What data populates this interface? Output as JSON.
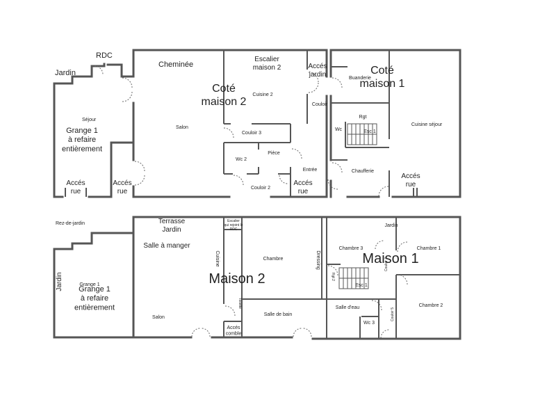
{
  "ground_floor": {
    "level": "RDC",
    "labels": {
      "jardin": "Jardin",
      "sejour": "Séjour",
      "grange": "Grange 1\nà refaire\nentièrement",
      "acces_rue_1": "Accés\nrue",
      "acces_rue_2": "Accés\nrue",
      "cheminee": "Cheminée",
      "salon": "Salon",
      "cote_maison_2": "Coté\nmaison 2",
      "escalier_maison_2": "Escalier\nmaison 2",
      "cuisine_2": "Cuisine 2",
      "couloir_3": "Couloir 3",
      "wc_2": "Wc 2",
      "piece": "Pièce",
      "entree": "Entrée",
      "couloir_2": "Couloir 2",
      "acces_rue_3": "Accés\nrue",
      "acces_jardin": "Accés\njardin",
      "couloir": "Couloir",
      "buanderie": "Buanderie",
      "cote_maison_1": "Coté\nmaison 1",
      "rgt": "Rgt",
      "wc": "Wc",
      "esc_1": "Esc 1",
      "chaufferie": "Chaufferie",
      "cuisine_sejour": "Cuisine séjour",
      "acces_rue_4": "Accés\nrue"
    }
  },
  "garden_floor": {
    "level": "Rez-de-jardin",
    "labels": {
      "jardin_vertical": "Jardin",
      "grange_small": "Grange 1",
      "grange": "Grange 1\nà refaire\nentièrement",
      "terrasse_jardin": "Terrasse\nJardin",
      "escalier_rdc": "Escalier\nqui rejoint le\nRDC",
      "salle_a_manger": "Salle à manger",
      "cuisine": "Cuisine",
      "chambre": "Chambre",
      "dressing": "Dressing",
      "maison_2": "Maison 2",
      "toilette": "Toilette",
      "salon": "Salon",
      "acces_comble": "Accés\ncomble",
      "salle_de_bain": "Salle de bain",
      "jardin": "Jardin",
      "chambre_3": "Chambre 3",
      "maison_1": "Maison 1",
      "rgt_2": "Rgt 2",
      "esc_1": "Esc 1",
      "couloir_4": "Couloir 4",
      "chambre_1": "Chambre 1",
      "salle_d_eau": "Salle d'eau",
      "couloir_5": "Couloir 5",
      "chambre_2": "Chambre 2",
      "wc_3": "Wc 3"
    }
  }
}
